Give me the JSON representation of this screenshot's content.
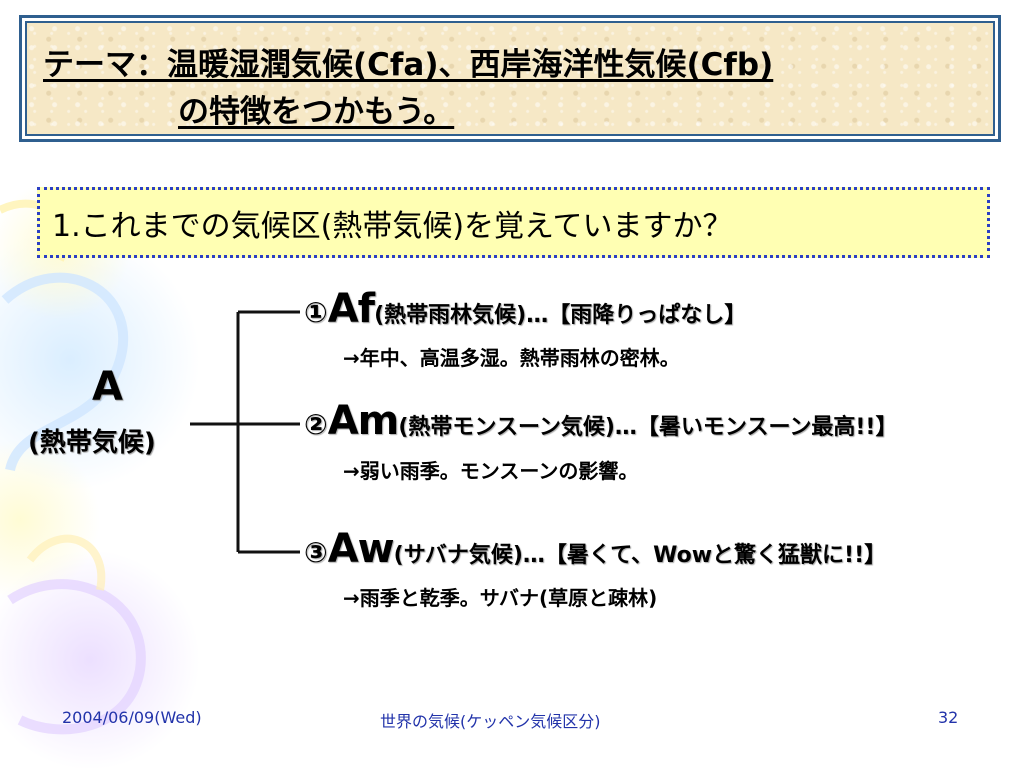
{
  "title": {
    "line1": "テーマ：温暖湿潤気候(Cfa)、西岸海洋性気候(Cfb)",
    "line2": "の特徴をつかもう。"
  },
  "question": "1.これまでの気候区(熱帯気候)を覚えていますか？",
  "tree": {
    "root_letter": "A",
    "root_label": "(熱帯気候)",
    "items": [
      {
        "num": "①",
        "code": "Af",
        "desc": "(熱帯雨林気候)…【雨降りっぱなし】",
        "sub": "→年中、高温多湿。熱帯雨林の密林。"
      },
      {
        "num": "②",
        "code": "Am",
        "desc": "(熱帯モンスーン気候)…【暑いモンスーン最高!!】",
        "sub": "→弱い雨季。モンスーンの影響。"
      },
      {
        "num": "③",
        "code": "Aw",
        "desc": "(サバナ気候)…【暑くて、Wowと驚く猛獣に!!】",
        "sub": "→雨季と乾季。サバナ(草原と疎林)"
      }
    ]
  },
  "footer": {
    "date": "2004/06/09(Wed)",
    "center": "世界の気候(ケッペン気候区分)",
    "page": "32"
  },
  "colors": {
    "title_border": "#2f5f8f",
    "title_bg": "#f6e8c6",
    "question_border": "#2b3fc4",
    "question_bg": "#ffffb3",
    "footer_text": "#2233aa"
  }
}
